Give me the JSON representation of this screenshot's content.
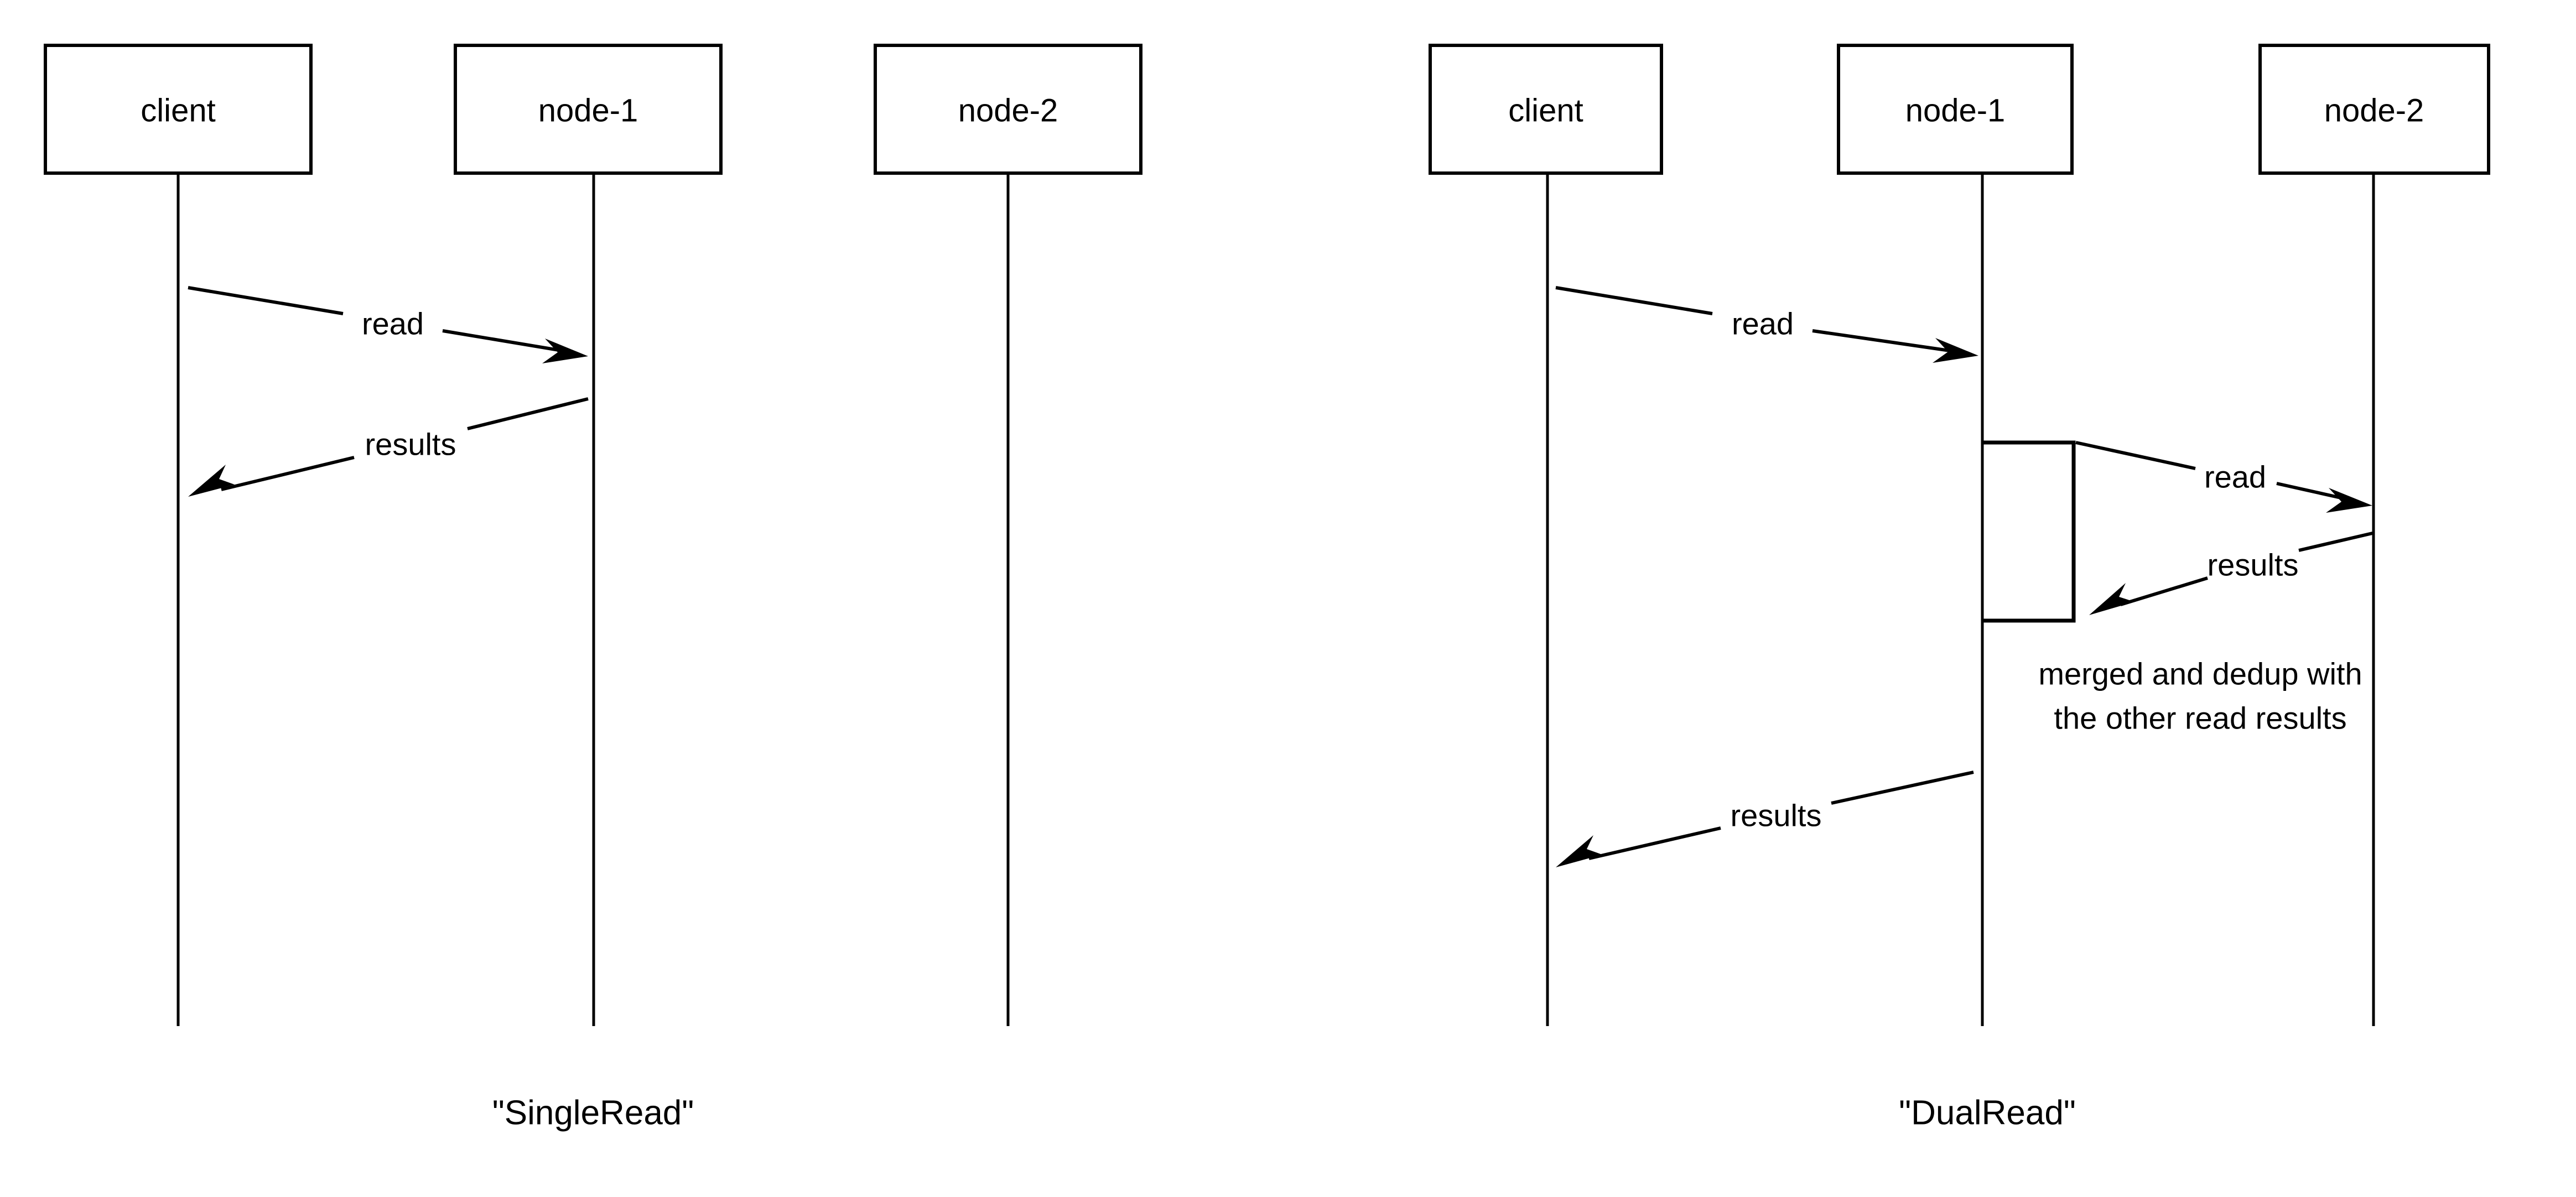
{
  "diagram": {
    "kind": "sequence-diagram",
    "background_color": "#ffffff",
    "line_color": "#000000",
    "panels": [
      {
        "id": "single-read",
        "caption": "\"SingleRead\"",
        "participants": [
          {
            "id": "client",
            "label": "client"
          },
          {
            "id": "node-1",
            "label": "node-1"
          },
          {
            "id": "node-2",
            "label": "node-2"
          }
        ],
        "messages": [
          {
            "id": "m1",
            "label": "read",
            "from": "client",
            "to": "node-1",
            "direction": "right"
          },
          {
            "id": "m2",
            "label": "results",
            "from": "node-1",
            "to": "client",
            "direction": "left"
          }
        ],
        "notes": [],
        "activations": []
      },
      {
        "id": "dual-read",
        "caption": "\"DualRead\"",
        "participants": [
          {
            "id": "client",
            "label": "client"
          },
          {
            "id": "node-1",
            "label": "node-1"
          },
          {
            "id": "node-2",
            "label": "node-2"
          }
        ],
        "messages": [
          {
            "id": "m1",
            "label": "read",
            "from": "client",
            "to": "node-1",
            "direction": "right"
          },
          {
            "id": "m2",
            "label": "read",
            "from": "node-1",
            "to": "node-2",
            "direction": "right"
          },
          {
            "id": "m3",
            "label": "results",
            "from": "node-2",
            "to": "node-1",
            "direction": "left"
          },
          {
            "id": "m4",
            "label": "results",
            "from": "node-1",
            "to": "client",
            "direction": "left"
          }
        ],
        "notes": [
          {
            "id": "n1",
            "line1": "merged and dedup with",
            "line2": "the other read results",
            "on": "node-1"
          }
        ],
        "activations": [
          {
            "id": "a1",
            "on": "node-1"
          }
        ]
      }
    ]
  }
}
